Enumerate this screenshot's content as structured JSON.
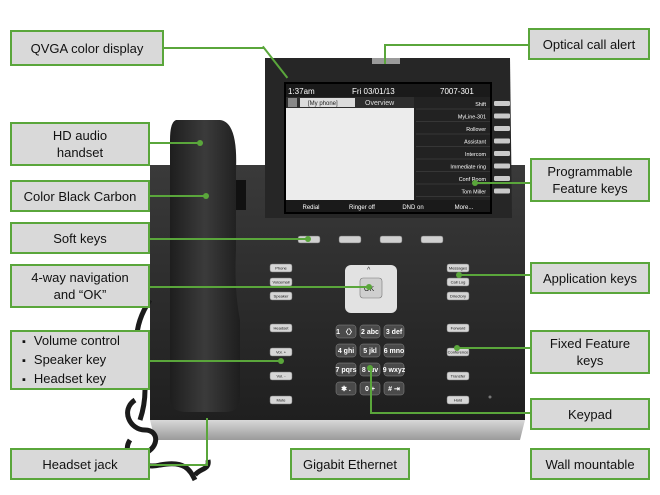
{
  "callouts": {
    "qvga": "QVGA color display",
    "optical": "Optical call alert",
    "handset": "HD audio handset",
    "color": "Color Black Carbon",
    "programmable": "Programmable Feature keys",
    "softkeys": "Soft keys",
    "navigation": "4-way navigation and “OK”",
    "application": "Application keys",
    "volume_items": [
      "Volume control",
      "Speaker key",
      "Headset key"
    ],
    "fixed": "Fixed Feature keys",
    "keypad": "Keypad",
    "headset_jack": "Headset jack",
    "gigabit": "Gigabit Ethernet",
    "wall": "Wall mountable"
  },
  "display": {
    "time": "1:37am",
    "date": "Fri 03/01/13",
    "extension": "7007-301",
    "tab_active": "[My phone]",
    "tab_other": "Overview",
    "feature_keys": [
      "Shift",
      "MyLine-301",
      "Rollover",
      "Assistant",
      "Intercom",
      "Immediate ring",
      "Conf Room",
      "Tom Miller"
    ],
    "softkeys": [
      "Redial",
      "Ringer off",
      "DND on",
      "More..."
    ]
  },
  "phone_buttons": {
    "app_left": [
      "Phone",
      "Voicemail",
      "Speaker"
    ],
    "app_right": [
      "Messages",
      "Call Log",
      "Directory"
    ],
    "ok": "OK",
    "left_column": [
      "Headset",
      "Vol. +",
      "Vol. -",
      "Mute"
    ],
    "fixed_right": [
      "Forward",
      "Conference",
      "Transfer",
      "Hold"
    ],
    "keypad": [
      "1 〈〉",
      "2 abc",
      "3 def",
      "4 ghi",
      "5 jkl",
      "6 mno",
      "7 pqrs",
      "8 tuv",
      "9 wxyz",
      "✱ .",
      "0 +",
      "# ⇥"
    ]
  },
  "colors": {
    "callout_border": "#5aa63b",
    "callout_fill": "#d9d9d9",
    "phone_body": "#2b2b2b",
    "screen_bg": "#e6e8e6"
  }
}
